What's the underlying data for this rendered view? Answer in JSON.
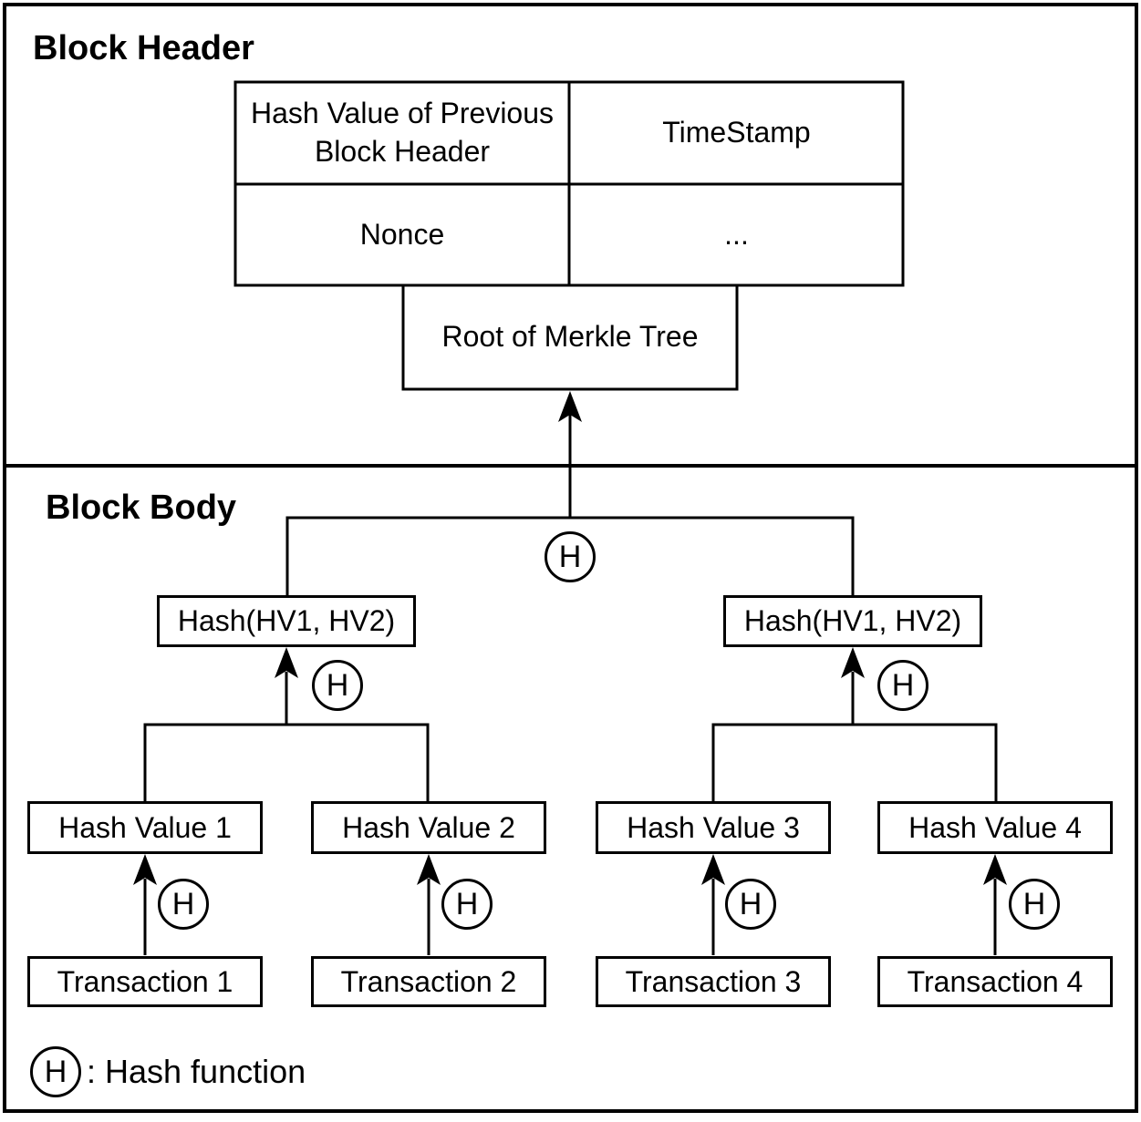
{
  "colors": {
    "line": "#000000",
    "background": "#ffffff"
  },
  "hash_symbol": "H",
  "block_header": {
    "title": "Block Header",
    "table": {
      "prev_hash": "Hash Value of Previous Block Header",
      "timestamp": "TimeStamp",
      "nonce": "Nonce",
      "more": "..."
    },
    "merkle_root": "Root of Merkle Tree"
  },
  "block_body": {
    "title": "Block Body",
    "merkle_nodes": [
      "Hash(HV1, HV2)",
      "Hash(HV1, HV2)"
    ],
    "hash_values": [
      "Hash Value 1",
      "Hash Value 2",
      "Hash Value 3",
      "Hash Value 4"
    ],
    "transactions": [
      "Transaction 1",
      "Transaction 2",
      "Transaction 3",
      "Transaction 4"
    ]
  },
  "legend": {
    "symbol": "H",
    "label": ": Hash function"
  }
}
